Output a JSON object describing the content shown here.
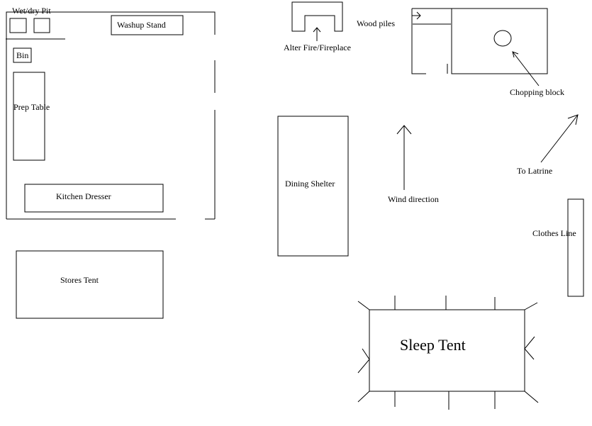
{
  "diagram": {
    "labels": {
      "wet_dry_pit": "Wet/dry Pit",
      "washup_stand": "Washup Stand",
      "bin": "Bin",
      "prep_table": "Prep Table",
      "kitchen_dresser": "Kitchen Dresser",
      "stores_tent": "Stores Tent",
      "alter_fire": "Alter Fire/Fireplace",
      "wood_piles": "Wood piles",
      "chopping_block": "Chopping block",
      "dining_shelter": "Dining Shelter",
      "wind_direction": "Wind direction",
      "to_latrine": "To Latrine",
      "clothes_line": "Clothes Line",
      "sleep_tent": "Sleep Tent"
    }
  }
}
